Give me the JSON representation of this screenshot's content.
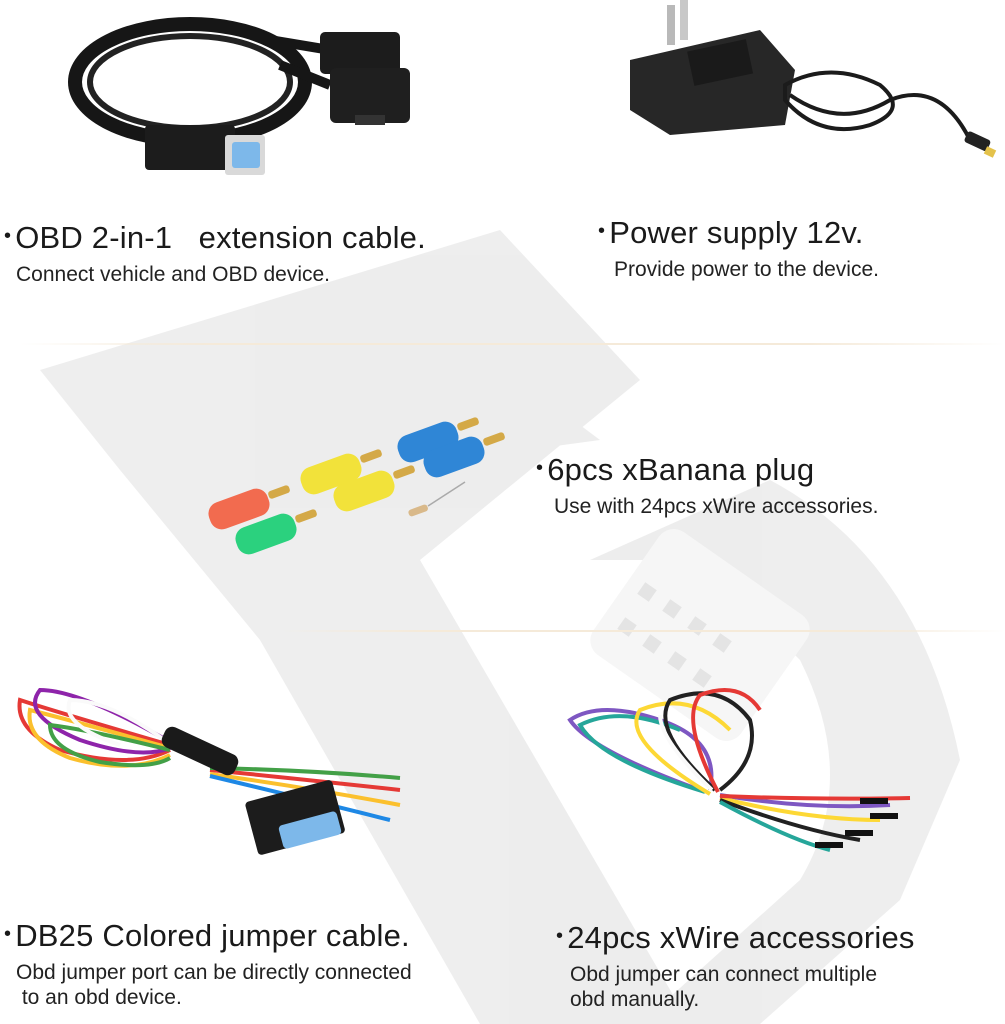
{
  "watermark": {
    "icon": "obd-connector-logo",
    "color": "#e6e6e6"
  },
  "bullet": "•",
  "items": [
    {
      "title": "OBD 2-in-1   extension cable.",
      "description": "Connect vehicle and OBD device.",
      "icon": "obd-extension-cable-icon"
    },
    {
      "title": "Power supply 12v.",
      "description": "Provide power to the device.",
      "icon": "power-adapter-icon"
    },
    {
      "title": "6pcs xBanana plug",
      "description": "Use with 24pcs xWire accessories.",
      "icon": "banana-plugs-icon",
      "plug_colors": [
        "#f26b4f",
        "#2bd17e",
        "#f2e23a",
        "#f2e23a",
        "#2f86d6",
        "#2f86d6"
      ]
    },
    {
      "title": "DB25 Colored jumper cable.",
      "description_lines": [
        "Obd jumper port can be directly connected",
        " to an obd device."
      ],
      "icon": "db25-jumper-cable-icon"
    },
    {
      "title": "24pcs xWire accessories",
      "description_lines": [
        "Obd jumper can connect multiple",
        "obd manually."
      ],
      "icon": "xwire-bundle-icon"
    }
  ]
}
